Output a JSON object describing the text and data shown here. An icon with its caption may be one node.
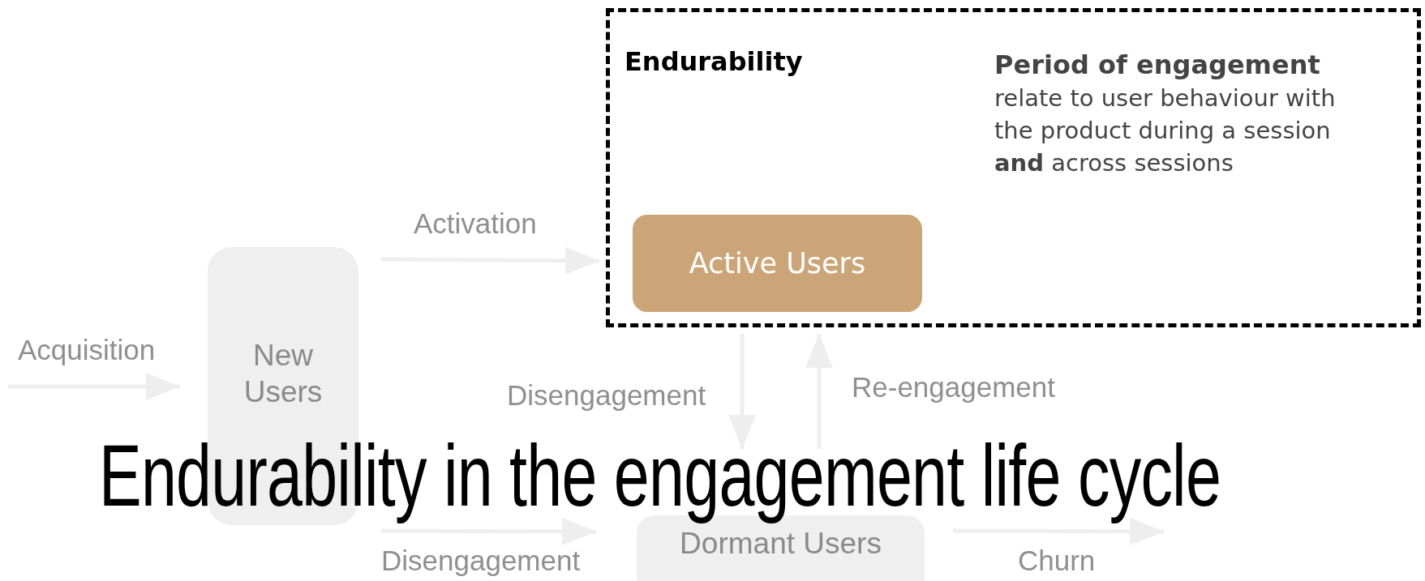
{
  "diagram": {
    "title": "Endurability in the engagement life cycle",
    "nodes": [
      {
        "text": [
          "Endurability",
          "Period of engagement",
          "relate to user behaviour with the product during a session **and** across sessions"
        ]
      },
      {
        "text": [
          "Active Users"
        ],
        "in": 0
      },
      {
        "text": [
          "New Users"
        ]
      },
      {
        "text": [
          "Dormant Users"
        ]
      }
    ],
    "edges": [
      {
        "from": null,
        "to": 2,
        "arrow": "to",
        "label": "Acquisition"
      },
      {
        "from": 2,
        "to": 0,
        "arrow": "to",
        "label": "Activation"
      },
      {
        "from": 0,
        "to": 3,
        "arrow": "to",
        "label": "Disengagement"
      },
      {
        "from": 3,
        "to": 0,
        "arrow": "to",
        "label": "Re-engagement"
      },
      {
        "from": 2,
        "to": 3,
        "arrow": "to",
        "label": "Disengagement"
      },
      {
        "from": 3,
        "to": null,
        "arrow": "to",
        "label": "Churn"
      }
    ]
  }
}
